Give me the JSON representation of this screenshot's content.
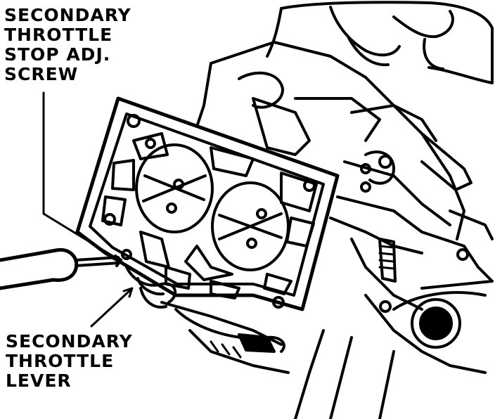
{
  "callouts": {
    "stop_screw": {
      "lines": [
        "SECONDARY",
        "THROTTLE",
        "STOP ADJ.",
        "SCREW"
      ]
    },
    "throttle_lever": {
      "lines": [
        "SECONDARY",
        "THROTTLE",
        "LEVER"
      ]
    }
  },
  "colors": {
    "ink": "#000000",
    "paper": "#ffffff"
  }
}
